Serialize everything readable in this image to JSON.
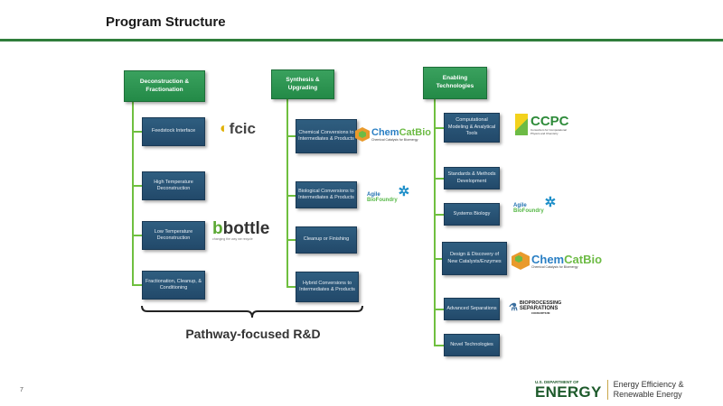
{
  "header": {
    "title": "Program Structure"
  },
  "columns": [
    {
      "title": "Deconstruction & Fractionation",
      "items": [
        "Feedstock Interface",
        "High Temperature Deconstruction",
        "Low Temperature Deconstruction",
        "Fractionation, Cleanup, & Conditioning"
      ]
    },
    {
      "title": "Synthesis & Upgrading",
      "items": [
        "Chemical Conversions to Intermediates & Products",
        "Biological Conversions to Intermediates & Products",
        "Cleanup or Finishing",
        "Hybrid Conversions to Intermediates & Products"
      ]
    },
    {
      "title": "Enabling Technologies",
      "items": [
        "Computational Modeling & Analytical Tools",
        "Standards & Methods Development",
        "Systems Biology",
        "Design & Discovery of New Catalysts/Enzymes",
        "Advanced Separations",
        "Novel Technologies"
      ]
    }
  ],
  "brace_label": "Pathway-focused R&D",
  "logos": {
    "fcic": "fcic",
    "bottle": "bottle",
    "bottle_tagline": "changing the way we recycle",
    "chemcatbio_a": "Chem",
    "chemcatbio_b": "CatBio",
    "chemcatbio_sub": "Chemical Catalysis for Bioenergy",
    "agile_a": "Agile",
    "agile_b": "BioFoundry",
    "ccpc": "CCPC",
    "ccpc_sub": "Consortium for Computational Physics and Chemistry",
    "bpsc_a": "BIOPROCESSING",
    "bpsc_b": "SEPARATIONS",
    "bpsc_c": "CONSORTIUM"
  },
  "footer": {
    "page_number": "7",
    "doe_dept": "U.S. DEPARTMENT OF",
    "doe_energy": "ENERGY",
    "eere_1": "Energy Efficiency &",
    "eere_2": "Renewable Energy"
  },
  "colors": {
    "accent_green": "#2f7d3b",
    "header_box": "#2a9450",
    "item_box": "#2a5475",
    "connector": "#6fbf3f"
  }
}
